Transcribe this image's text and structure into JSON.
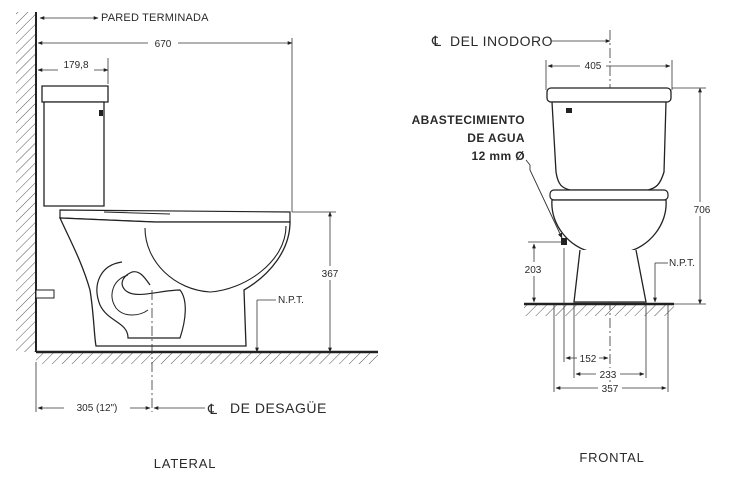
{
  "lateral": {
    "caption": "LATERAL",
    "wall_label": "PARED TERMINADA",
    "dim_depth": "670",
    "dim_tank": "179,8",
    "dim_height": "367",
    "npt": "N.P.T.",
    "dim_drain": "305 (12\")",
    "drain_symbol": "℄",
    "drain_label": "DE DESAGÜE"
  },
  "frontal": {
    "caption": "FRONTAL",
    "center_symbol": "℄",
    "center_label": "DEL INODORO",
    "dim_width": "405",
    "supply_line1": "ABASTECIMIENTO",
    "supply_line2": "DE AGUA",
    "supply_line3": "12 mm Ø",
    "dim_total_height": "706",
    "dim_supply_height": "203",
    "npt": "N.P.T.",
    "dim_152": "152",
    "dim_233": "233",
    "dim_357": "357"
  }
}
